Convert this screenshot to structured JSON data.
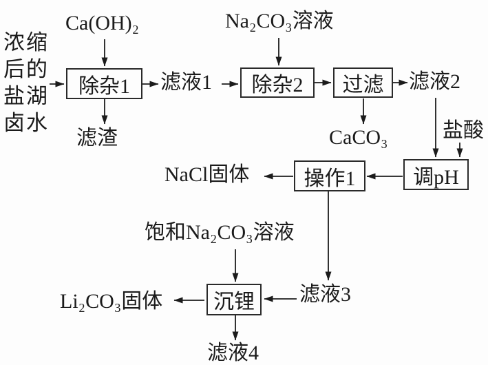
{
  "diagram": {
    "source": {
      "lines": [
        "浓缩",
        "后的",
        "盐湖",
        "卤水"
      ]
    },
    "reagents": {
      "caoh2": "Ca(OH)₂",
      "na2co3_solution": "Na₂CO₃溶液",
      "hydrochloric_acid": "盐酸",
      "saturated_na2co3_solution": "饱和Na₂CO₃溶液"
    },
    "processes": {
      "remove_impurity_1": "除杂1",
      "remove_impurity_2": "除杂2",
      "filter": "过滤",
      "adjust_ph": "调pH",
      "operation_1": "操作1",
      "precipitate_lithium": "沉锂"
    },
    "streams": {
      "filter_residue": "滤渣",
      "filtrate_1": "滤液1",
      "caco3": "CaCO₃",
      "filtrate_2": "滤液2",
      "nacl_solid": "NaCl固体",
      "filtrate_3": "滤液3",
      "li2co3_solid": "Li₂CO₃固体",
      "filtrate_4": "滤液4"
    }
  }
}
